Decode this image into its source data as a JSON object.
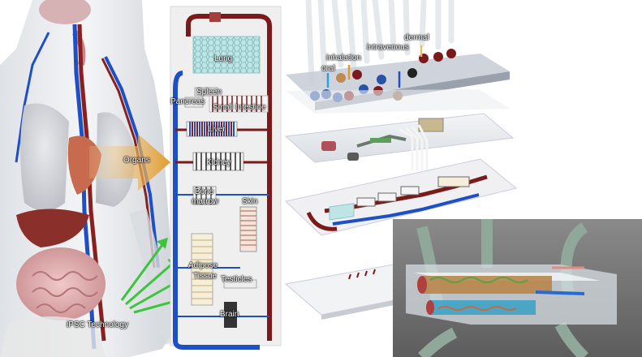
{
  "body_panel": {
    "organs_label": "Organs",
    "ipsc_label": "iPSC Technology"
  },
  "chip_panel": {
    "labels": {
      "lung": "Lung",
      "pancreas": "Pancreas",
      "spleen": "Spleen",
      "small_intestine": "Small Intestine",
      "liver": "Liver",
      "kidney": "Kidney",
      "bone_marrow_1": "Bone",
      "bone_marrow_2": "marrow",
      "skin": "Skin",
      "adipose_1": "Adipose",
      "adipose_2": "Tissue",
      "testicles": "Testicles",
      "brain": "Brain"
    }
  },
  "exploded_panel": {
    "routes": {
      "oral": "oral",
      "inhalation": "inhalation",
      "intravenous": "intravenous",
      "dermal": "dermal"
    }
  },
  "colors": {
    "artery": "#7a1a1a",
    "vein": "#1e4fc4",
    "lung_grid": "#a8dcdc",
    "arrow": "#e8a23c",
    "green_arrow": "#3cc43c"
  }
}
